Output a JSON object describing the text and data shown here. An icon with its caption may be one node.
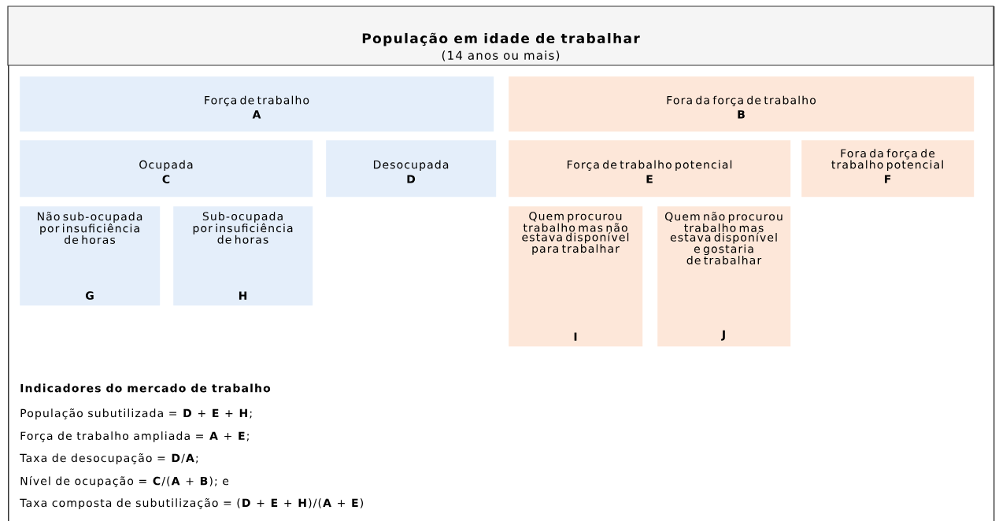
{
  "diagram": {
    "nodes": [
      {
        "text": [
          "População em idade de trabalhar",
          "(14 anos ou mais)"
        ]
      },
      {
        "text": [
          "Força de trabalho",
          "A"
        ],
        "in": 0
      },
      {
        "text": [
          "Fora da força de trabalho",
          "B"
        ],
        "in": 0
      },
      {
        "text": [
          "Ocupada",
          "C"
        ],
        "in": 0
      },
      {
        "text": [
          "Desocupada",
          "D"
        ],
        "in": 0
      },
      {
        "text": [
          "Força de trabalho potencial",
          "E"
        ],
        "in": 0
      },
      {
        "text": [
          "Fora da força de trabalho potencial",
          "F"
        ],
        "in": 0
      },
      {
        "text": [
          "Não sub-ocupada por insuficiência de horas",
          "G"
        ],
        "in": 0
      },
      {
        "text": [
          "Sub-ocupada por insuficiência de horas",
          "H"
        ],
        "in": 0
      },
      {
        "text": [
          "Quem procurou trabalho mas não estava disponível para trabalhar",
          "I"
        ],
        "in": 0
      },
      {
        "text": [
          "Quem não procurou trabalho mas estava disponível e gostaria de trabalhar",
          "J"
        ],
        "in": 0
      }
    ],
    "edges": [],
    "labels": [
      "Indicadores do mercado de trabalho",
      "População subutilizada = **D** + **E** + **H**;",
      "Força de trabalho ampliada = **A** + **E**;",
      "Taxa de desocupação = **D**/**A**;",
      "Nível de ocupação = **C**/(**A** + **B**); e",
      "Taxa composta de subutilização = (**D** + **E** + **H**)/(**A** + **E**)"
    ]
  }
}
